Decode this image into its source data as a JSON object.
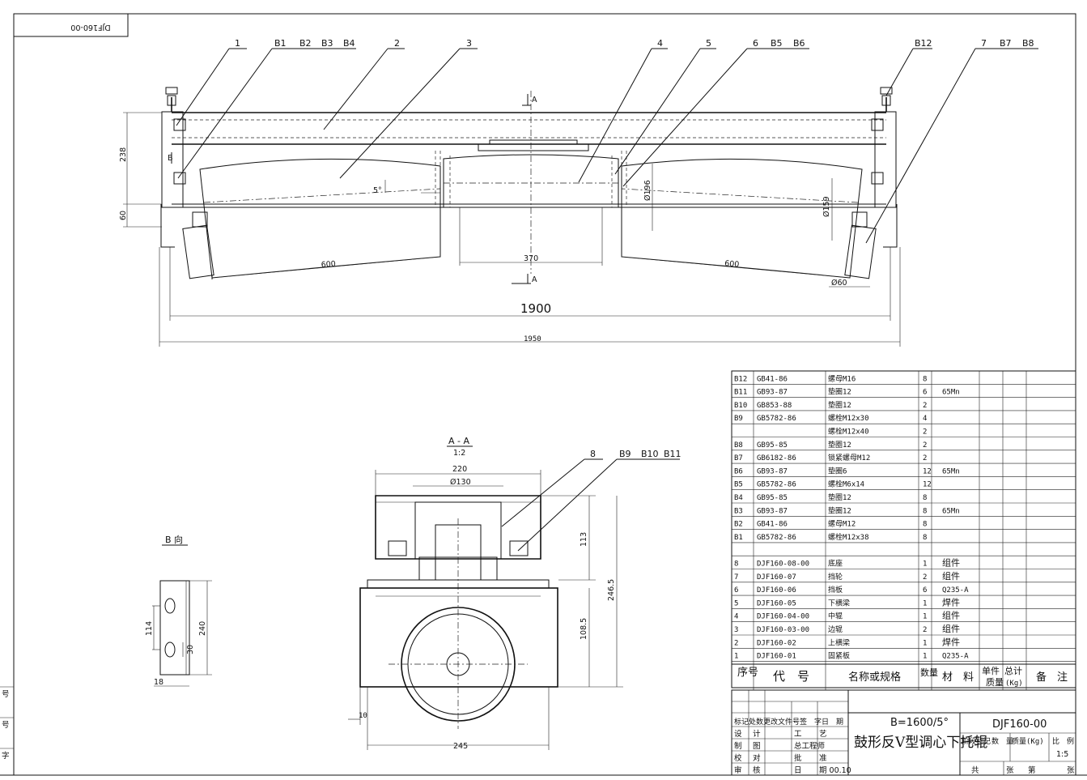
{
  "drawing_code_mirrored": "DJF160-00",
  "part_callouts": {
    "c1": "1",
    "b1": "B1",
    "b2": "B2",
    "b3": "B3",
    "b4": "B4",
    "c2": "2",
    "c3": "3",
    "c4": "4",
    "c5": "5",
    "c6": "6",
    "b5": "B5",
    "b6": "B6",
    "b12": "B12",
    "c7": "7",
    "b7": "B7",
    "b8": "B8",
    "c8": "8",
    "b9": "B9",
    "b10": "B10",
    "b11": "B11"
  },
  "dimensions": {
    "d238": "238",
    "d60": "60",
    "d5deg": "5°",
    "d600_left": "600",
    "d370": "370",
    "d600_right": "600",
    "d196": "Ø196",
    "d159": "Ø159",
    "d60b": "Ø60",
    "d1900": "1900",
    "d1950": "1950"
  },
  "section_marks": {
    "a_top": "A",
    "a_bottom": "A",
    "b_mark": "B"
  },
  "section_view": {
    "title": "A - A",
    "scale": "1:2",
    "d220": "220",
    "d130": "Ø130",
    "d113": "113",
    "d2465": "246.5",
    "d1085": "108.5",
    "d10": "10",
    "d245": "245"
  },
  "b_view": {
    "title": "B 向",
    "d114": "114",
    "d30": "30",
    "d240": "240",
    "d18": "18"
  },
  "parts_table": {
    "rows": [
      {
        "no": "B12",
        "code": "GB41-86",
        "name": "螺母M16",
        "qty": "8",
        "mat": ""
      },
      {
        "no": "B11",
        "code": "GB93-87",
        "name": "垫圈12",
        "qty": "6",
        "mat": "65Mn"
      },
      {
        "no": "B10",
        "code": "GB853-88",
        "name": "垫圈12",
        "qty": "2",
        "mat": ""
      },
      {
        "no": "B9",
        "code": "GB5782-86",
        "name": "螺栓M12x30",
        "qty": "4",
        "mat": ""
      },
      {
        "no": "",
        "code": "",
        "name": "螺栓M12x40",
        "qty": "2",
        "mat": ""
      },
      {
        "no": "B8",
        "code": "GB95-85",
        "name": "垫圈12",
        "qty": "2",
        "mat": ""
      },
      {
        "no": "B7",
        "code": "GB6182-86",
        "name": "锁紧螺母M12",
        "qty": "2",
        "mat": ""
      },
      {
        "no": "B6",
        "code": "GB93-87",
        "name": "垫圈6",
        "qty": "12",
        "mat": "65Mn"
      },
      {
        "no": "B5",
        "code": "GB5782-86",
        "name": "螺栓M6x14",
        "qty": "12",
        "mat": ""
      },
      {
        "no": "B4",
        "code": "GB95-85",
        "name": "垫圈12",
        "qty": "8",
        "mat": ""
      },
      {
        "no": "B3",
        "code": "GB93-87",
        "name": "垫圈12",
        "qty": "8",
        "mat": "65Mn"
      },
      {
        "no": "B2",
        "code": "GB41-86",
        "name": "螺母M12",
        "qty": "8",
        "mat": ""
      },
      {
        "no": "B1",
        "code": "GB5782-86",
        "name": "螺栓M12x38",
        "qty": "8",
        "mat": ""
      },
      {
        "no": "",
        "code": "",
        "name": "",
        "qty": "",
        "mat": ""
      },
      {
        "no": "8",
        "code": "DJF160-08-00",
        "name": "底座",
        "qty": "1",
        "mat": "组件"
      },
      {
        "no": "7",
        "code": "DJF160-07",
        "name": "挡轮",
        "qty": "2",
        "mat": "组件"
      },
      {
        "no": "6",
        "code": "DJF160-06",
        "name": "挡板",
        "qty": "6",
        "mat": "Q235-A"
      },
      {
        "no": "5",
        "code": "DJF160-05",
        "name": "下横梁",
        "qty": "1",
        "mat": "焊件"
      },
      {
        "no": "4",
        "code": "DJF160-04-00",
        "name": "中辊",
        "qty": "1",
        "mat": "组件"
      },
      {
        "no": "3",
        "code": "DJF160-03-00",
        "name": "边辊",
        "qty": "2",
        "mat": "组件"
      },
      {
        "no": "2",
        "code": "DJF160-02",
        "name": "上横梁",
        "qty": "1",
        "mat": "焊件"
      },
      {
        "no": "1",
        "code": "DJF160-01",
        "name": "固紧板",
        "qty": "1",
        "mat": "Q235-A"
      }
    ],
    "header": {
      "no": "序号",
      "code": "代　号",
      "name": "名称或规格",
      "qty": "数量",
      "mat": "材　料",
      "unit_w": "单件",
      "total_w": "总计",
      "mass": "质量",
      "kg": "(Kg)",
      "remark": "备　注"
    }
  },
  "title_block": {
    "spec": "B=1600/5°",
    "name": "鼓形反V型调心下托辊",
    "drawing_no": "DJF160-00",
    "stage": "阶段标记",
    "count": "数　量",
    "mass": "质量(Kg)",
    "scale_label": "比　例",
    "scale": "1:5",
    "total": "共",
    "sheets": "张",
    "sheet_no": "第",
    "sheet": "张",
    "rev_header": "标记处数更改文件号签　字日　期",
    "rows": [
      {
        "a": "设",
        "b": "计",
        "c": "工",
        "d": "艺"
      },
      {
        "a": "制",
        "b": "图",
        "c": "总工程师",
        "d": ""
      },
      {
        "a": "校",
        "b": "对",
        "c": "批",
        "d": "准"
      },
      {
        "a": "审",
        "b": "核",
        "c": "日",
        "d": "期 00.10"
      }
    ]
  },
  "left_edge_labels": {
    "l1": "号",
    "l2": "号",
    "l3": "字"
  }
}
